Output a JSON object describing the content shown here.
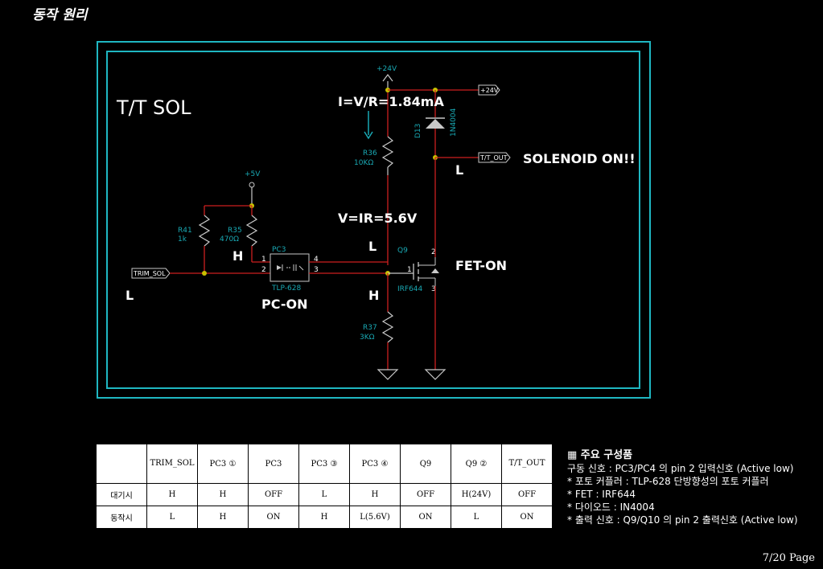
{
  "page_title": "동작 원리",
  "diagram": {
    "heading": "T/T SOL",
    "equation_current": "I=V/R=1.84mA",
    "equation_voltage": "V=IR=5.6V",
    "solenoid_on": "SOLENOID ON!!",
    "fet_on": "FET-ON",
    "pc_on": "PC-ON",
    "level_labels": {
      "trim_left": "L",
      "pc3_input": "H",
      "gate_node": "H",
      "r36_node": "L",
      "tout_node": "L"
    },
    "ports": {
      "p24v_top": "+24V",
      "p24v_right": "+24V",
      "tt_out": "T/T_OUT",
      "trim_sol": "TRIM_SOL",
      "p5v": "+5V"
    },
    "components": {
      "r36": {
        "ref": "R36",
        "value": "10KΩ"
      },
      "r41": {
        "ref": "R41",
        "value": "1k"
      },
      "r35": {
        "ref": "R35",
        "value": "470Ω"
      },
      "r37": {
        "ref": "R37",
        "value": "3KΩ"
      },
      "d13": {
        "ref": "D13",
        "value": "1N4004"
      },
      "pc3": {
        "ref": "PC3",
        "value": "TLP-628",
        "pins": [
          "1",
          "2",
          "4",
          "3"
        ]
      },
      "q9": {
        "ref": "Q9",
        "value": "IRF644",
        "pins": [
          "1",
          "2",
          "3"
        ]
      }
    }
  },
  "table": {
    "headers": [
      "",
      "TRIM_SOL",
      "PC3 ①",
      "PC3",
      "PC3 ③",
      "PC3 ④",
      "Q9",
      "Q9 ②",
      "T/T_OUT"
    ],
    "rows": [
      [
        "대기시",
        "H",
        "H",
        "OFF",
        "L",
        "H",
        "OFF",
        "H(24V)",
        "OFF"
      ],
      [
        "동작시",
        "L",
        "H",
        "ON",
        "H",
        "L(5.6V)",
        "ON",
        "L",
        "ON"
      ]
    ]
  },
  "notes": {
    "heading": "▦ 주요 구성품",
    "lines": [
      "구동 신호 : PC3/PC4 의 pin 2 입력신호 (Active low)",
      "* 포토 커플러 : TLP-628 단방향성의 포토 커플러",
      "* FET : IRF644",
      "* 다이오드 : IN4004",
      "* 출력 신호 : Q9/Q10 의 pin 2 출력신호 (Active low)"
    ]
  },
  "page_number": "7/20 Page"
}
